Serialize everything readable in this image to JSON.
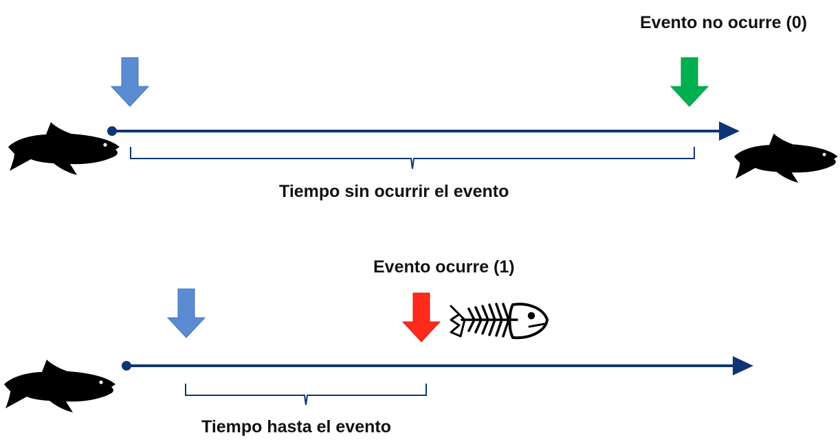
{
  "colors": {
    "timeline": "#0f3475",
    "start_arrow": "#5b8bd0",
    "no_event_arrow": "#00b050",
    "event_arrow": "#ff2a1a",
    "fish": "#000000"
  },
  "scenario_censored": {
    "event_label": "Evento no ocurre (0)",
    "interval_label": "Tiempo sin ocurrir el evento"
  },
  "scenario_event": {
    "event_label": "Evento ocurre (1)",
    "interval_label": "Tiempo hasta el evento"
  },
  "icons": {
    "fish": "fish-icon",
    "fish_skeleton": "fish-skeleton-icon",
    "arrow_down": "arrow-down-icon"
  }
}
